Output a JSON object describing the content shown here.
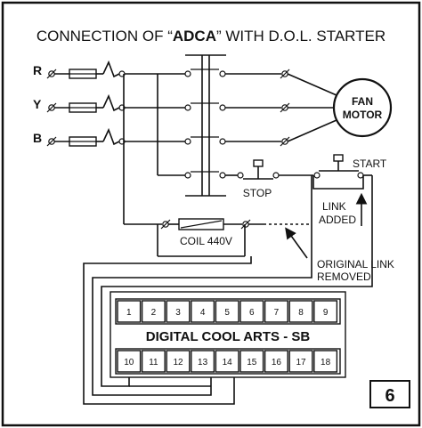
{
  "title": {
    "prefix": "CONNECTION OF “",
    "brand": "ADCA",
    "suffix": "” WITH D.O.L. STARTER"
  },
  "phases": [
    "R",
    "Y",
    "B"
  ],
  "motor": {
    "line1": "FAN",
    "line2": "MOTOR"
  },
  "labels": {
    "stop": "STOP",
    "start": "START",
    "link_added_1": "LINK",
    "link_added_2": "ADDED",
    "coil": "COIL 440V",
    "original_link_1": "ORIGINAL LINK",
    "original_link_2": "REMOVED"
  },
  "controller": {
    "name": "DIGITAL COOL ARTS - SB",
    "top_terminals": [
      "1",
      "2",
      "3",
      "4",
      "5",
      "6",
      "7",
      "8",
      "9"
    ],
    "bottom_terminals": [
      "10",
      "11",
      "12",
      "13",
      "14",
      "15",
      "16",
      "17",
      "18"
    ]
  },
  "page_number": "6",
  "colors": {
    "ink": "#111111",
    "background": "#ffffff"
  },
  "icons": [
    "fuse-icon",
    "overload-relay-icon",
    "contactor-icon",
    "push-button-icon",
    "coil-icon",
    "motor-icon",
    "arrow-icon"
  ]
}
